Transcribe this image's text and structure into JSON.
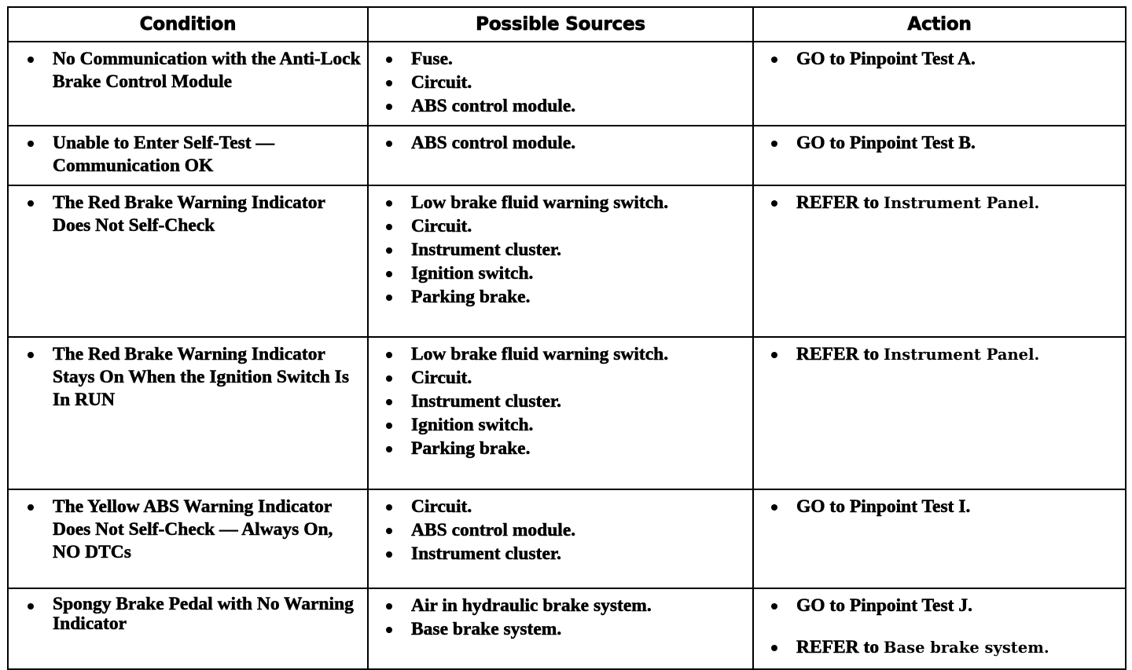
{
  "table": {
    "headers": {
      "condition": "Condition",
      "sources": "Possible Sources",
      "action": "Action"
    },
    "rows": [
      {
        "condition": [
          "No Communication with the Anti-Lock Brake Control Module"
        ],
        "sources": [
          "Fuse.",
          "Circuit.",
          "ABS control module."
        ],
        "action": [
          {
            "strong": "GO to Pinpoint Test A.",
            "xref": ""
          }
        ]
      },
      {
        "condition": [
          "Unable to Enter Self-Test — Communication OK"
        ],
        "sources": [
          "ABS control module."
        ],
        "action": [
          {
            "strong": "GO to Pinpoint Test B.",
            "xref": ""
          }
        ]
      },
      {
        "condition": [
          "The Red Brake Warning Indicator Does Not Self-Check"
        ],
        "sources": [
          "Low brake fluid warning switch.",
          "Circuit.",
          "Instrument cluster.",
          "Ignition switch.",
          "Parking brake."
        ],
        "action": [
          {
            "strong": "REFER to",
            "xref": "Instrument Panel."
          }
        ]
      },
      {
        "condition": [
          "The Red Brake Warning Indicator Stays On When the Ignition Switch Is In RUN"
        ],
        "sources": [
          "Low brake fluid warning switch.",
          "Circuit.",
          "Instrument cluster.",
          "Ignition switch.",
          "Parking brake."
        ],
        "action": [
          {
            "strong": "REFER to",
            "xref": "Instrument Panel."
          }
        ]
      },
      {
        "condition": [
          "The Yellow ABS Warning Indicator Does Not Self-Check — Always On, NO DTCs"
        ],
        "sources": [
          "Circuit.",
          "ABS control module.",
          "Instrument cluster."
        ],
        "action": [
          {
            "strong": "GO to Pinpoint Test I.",
            "xref": ""
          }
        ]
      },
      {
        "condition": [
          "Spongy Brake Pedal with No Warning Indicator"
        ],
        "sources": [
          "Air in hydraulic brake system.",
          "Base brake system."
        ],
        "action": [
          {
            "strong": "GO to Pinpoint Test J.",
            "xref": ""
          },
          {
            "strong": "REFER to",
            "xref": "Base brake system."
          }
        ]
      }
    ]
  },
  "colors": {
    "ink": "#000000",
    "paper": "#ffffff"
  }
}
